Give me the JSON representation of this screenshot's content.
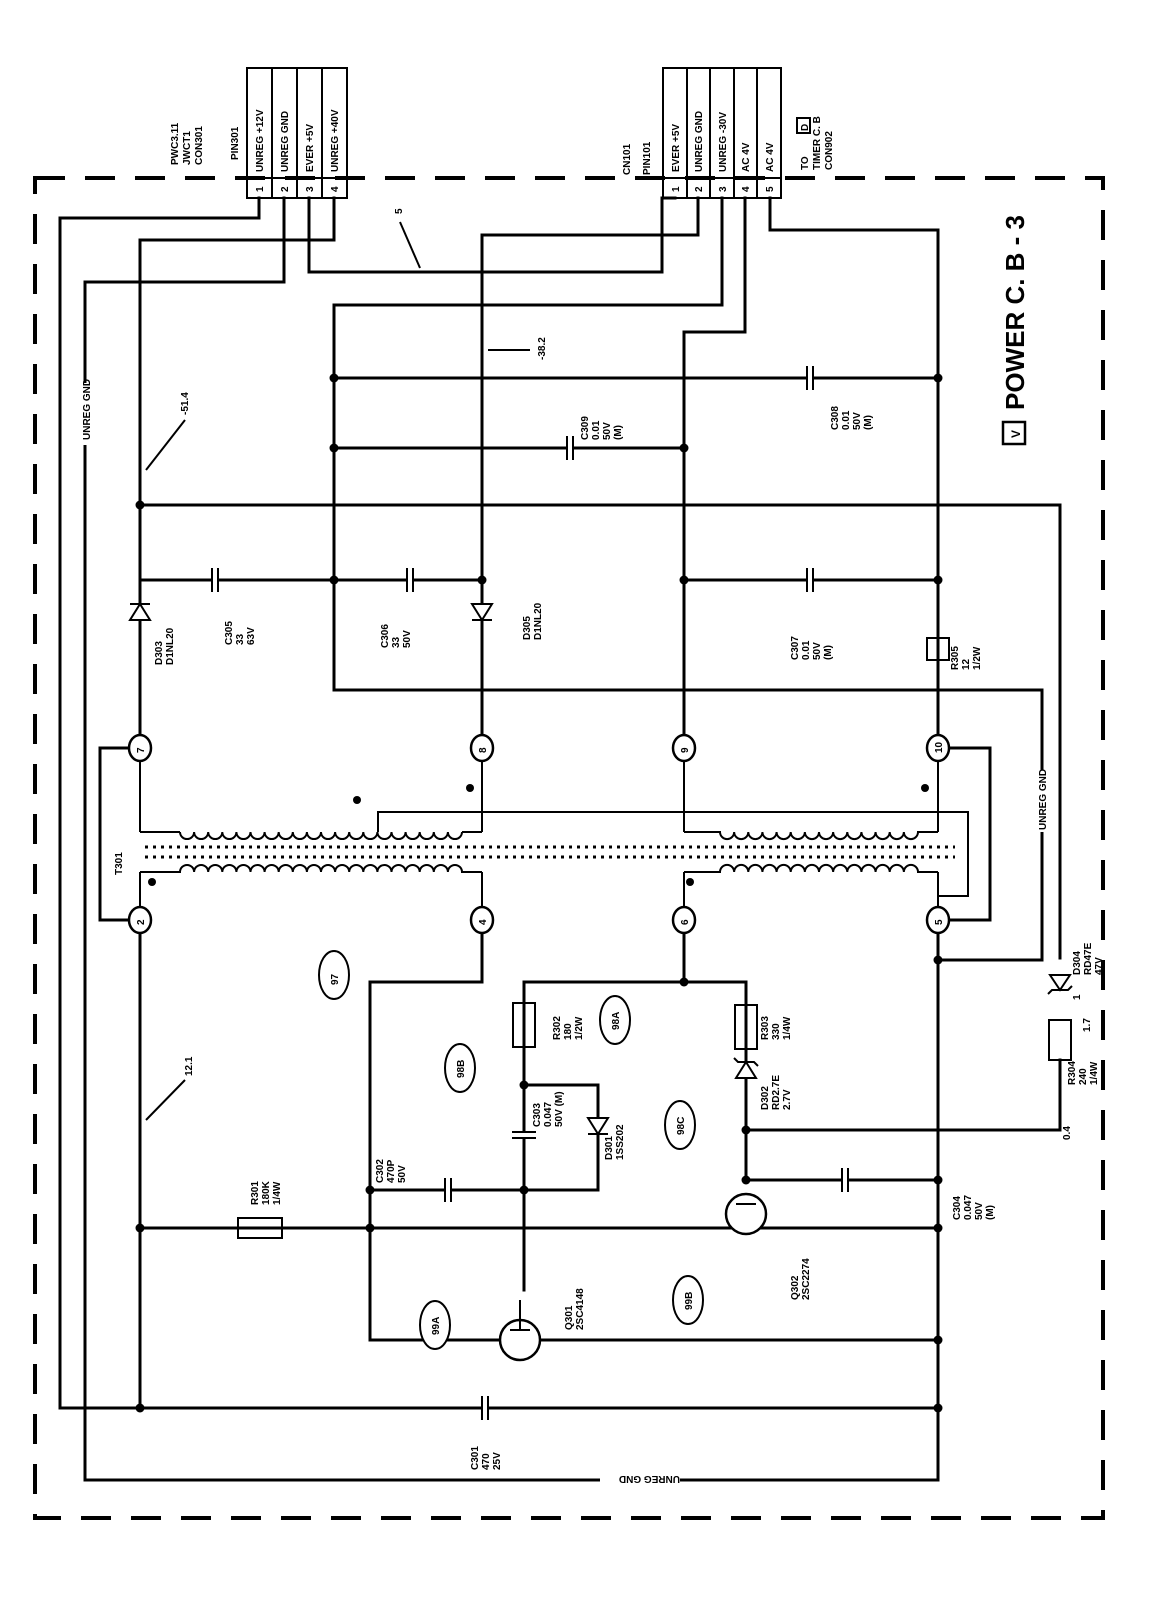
{
  "title": "POWER C. B - 3",
  "title_badge": "V",
  "connectors": {
    "left": {
      "labels": [
        "PWC3.11",
        "JWCT1",
        "CON301",
        "PIN301"
      ],
      "pins": [
        {
          "num": "1",
          "name": "UNREG +12V"
        },
        {
          "num": "2",
          "name": "UNREG GND"
        },
        {
          "num": "3",
          "name": "EVER +5V"
        },
        {
          "num": "4",
          "name": "UNREG +40V"
        }
      ]
    },
    "right": {
      "labels": [
        "CN101",
        "PIN101"
      ],
      "pins": [
        {
          "num": "1",
          "name": "EVER +5V"
        },
        {
          "num": "2",
          "name": "UNREG GND"
        },
        {
          "num": "3",
          "name": "UNREG -30V"
        },
        {
          "num": "4",
          "name": "AC 4V"
        },
        {
          "num": "5",
          "name": "AC 4V"
        }
      ],
      "to_label": "TO",
      "to_badge": "D",
      "dest": "TIMER C. B",
      "dest_con": "CON902"
    }
  },
  "transformer": {
    "ref": "T301",
    "pins": [
      "7",
      "8",
      "9",
      "10",
      "2",
      "4",
      "6",
      "5"
    ]
  },
  "components": {
    "D303": [
      "D303",
      "D1NL20"
    ],
    "C305": [
      "C305",
      "33",
      "63V"
    ],
    "C306": [
      "C306",
      "33",
      "50V"
    ],
    "D305": [
      "D305",
      "D1NL20"
    ],
    "C307": [
      "C307",
      "0.01",
      "50V",
      "(M)"
    ],
    "R305": [
      "R305",
      "12",
      "1/2W"
    ],
    "C309": [
      "C309",
      "0.01",
      "50V",
      "(M)"
    ],
    "C308": [
      "C308",
      "0.01",
      "50V",
      "(M)"
    ],
    "R301": [
      "R301",
      "180K",
      "1/4W"
    ],
    "C302": [
      "C302",
      "470P",
      "50V"
    ],
    "C303": [
      "C303",
      "0.047",
      "50V (M)"
    ],
    "R302": [
      "R302",
      "180",
      "1/2W"
    ],
    "D301": [
      "D301",
      "1SS202"
    ],
    "R303": [
      "R303",
      "330",
      "1/4W"
    ],
    "D302": [
      "D302",
      "RD2.7E",
      "2.7V"
    ],
    "C304": [
      "C304",
      "0.047",
      "50V",
      "(M)"
    ],
    "D304": [
      "D304",
      "RD47E",
      "47V"
    ],
    "R304": [
      "R304",
      "240",
      "1/4W"
    ],
    "Q301": [
      "Q301",
      "2SC4148"
    ],
    "Q302": [
      "Q302",
      "2SC2274"
    ],
    "C301": [
      "C301",
      "470",
      "25V"
    ]
  },
  "voltages": {
    "v1": "-51.4",
    "v2": "-38.2",
    "v3": "5",
    "v4": "12.1",
    "v5": "1.7",
    "v6": "0.4",
    "v7": "1"
  },
  "test_points": [
    "97",
    "98B",
    "98A",
    "98C",
    "99A",
    "99B"
  ],
  "net_labels": {
    "unreg_gnd": "UNREG GND"
  }
}
